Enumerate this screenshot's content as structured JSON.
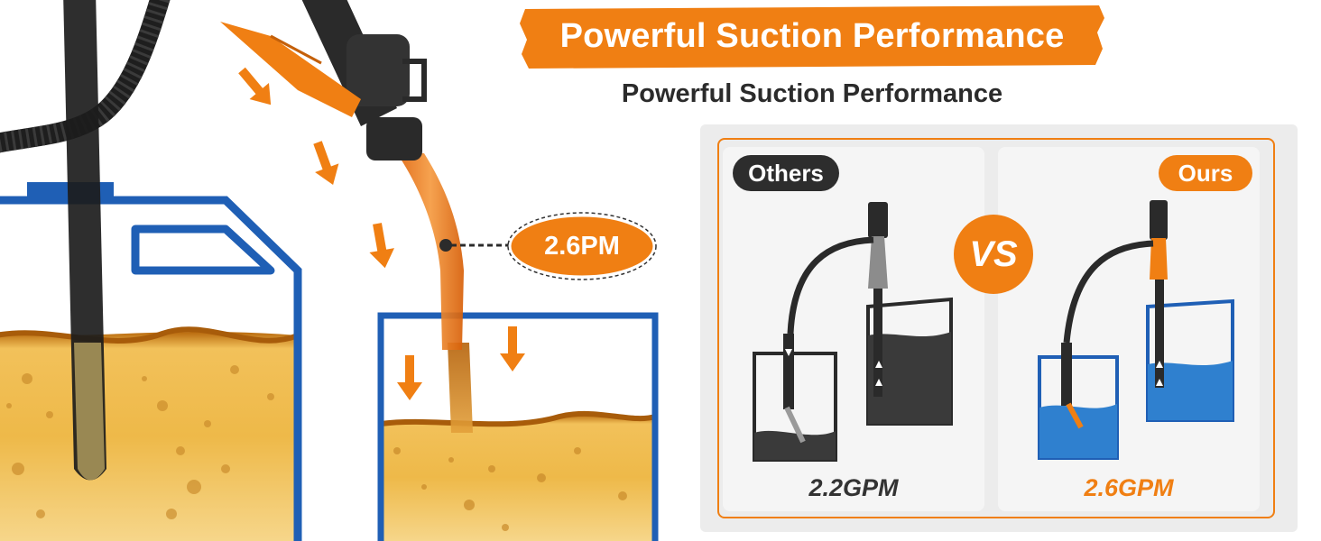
{
  "header": {
    "banner_title": "Powerful Suction Performance",
    "subtitle": "Powerful Suction Performance"
  },
  "callout": {
    "flow_rate": "2.6PM"
  },
  "comparison": {
    "others_label": "Others",
    "ours_label": "Ours",
    "vs_label": "VS",
    "others_flow": "2.2GPM",
    "ours_flow": "2.6GPM"
  },
  "colors": {
    "accent_orange": "#f07f13",
    "container_blue": "#1f5fb5",
    "oil_gold": "#e6a83a",
    "dark": "#2d2d2d",
    "water_blue": "#2f80cf"
  }
}
